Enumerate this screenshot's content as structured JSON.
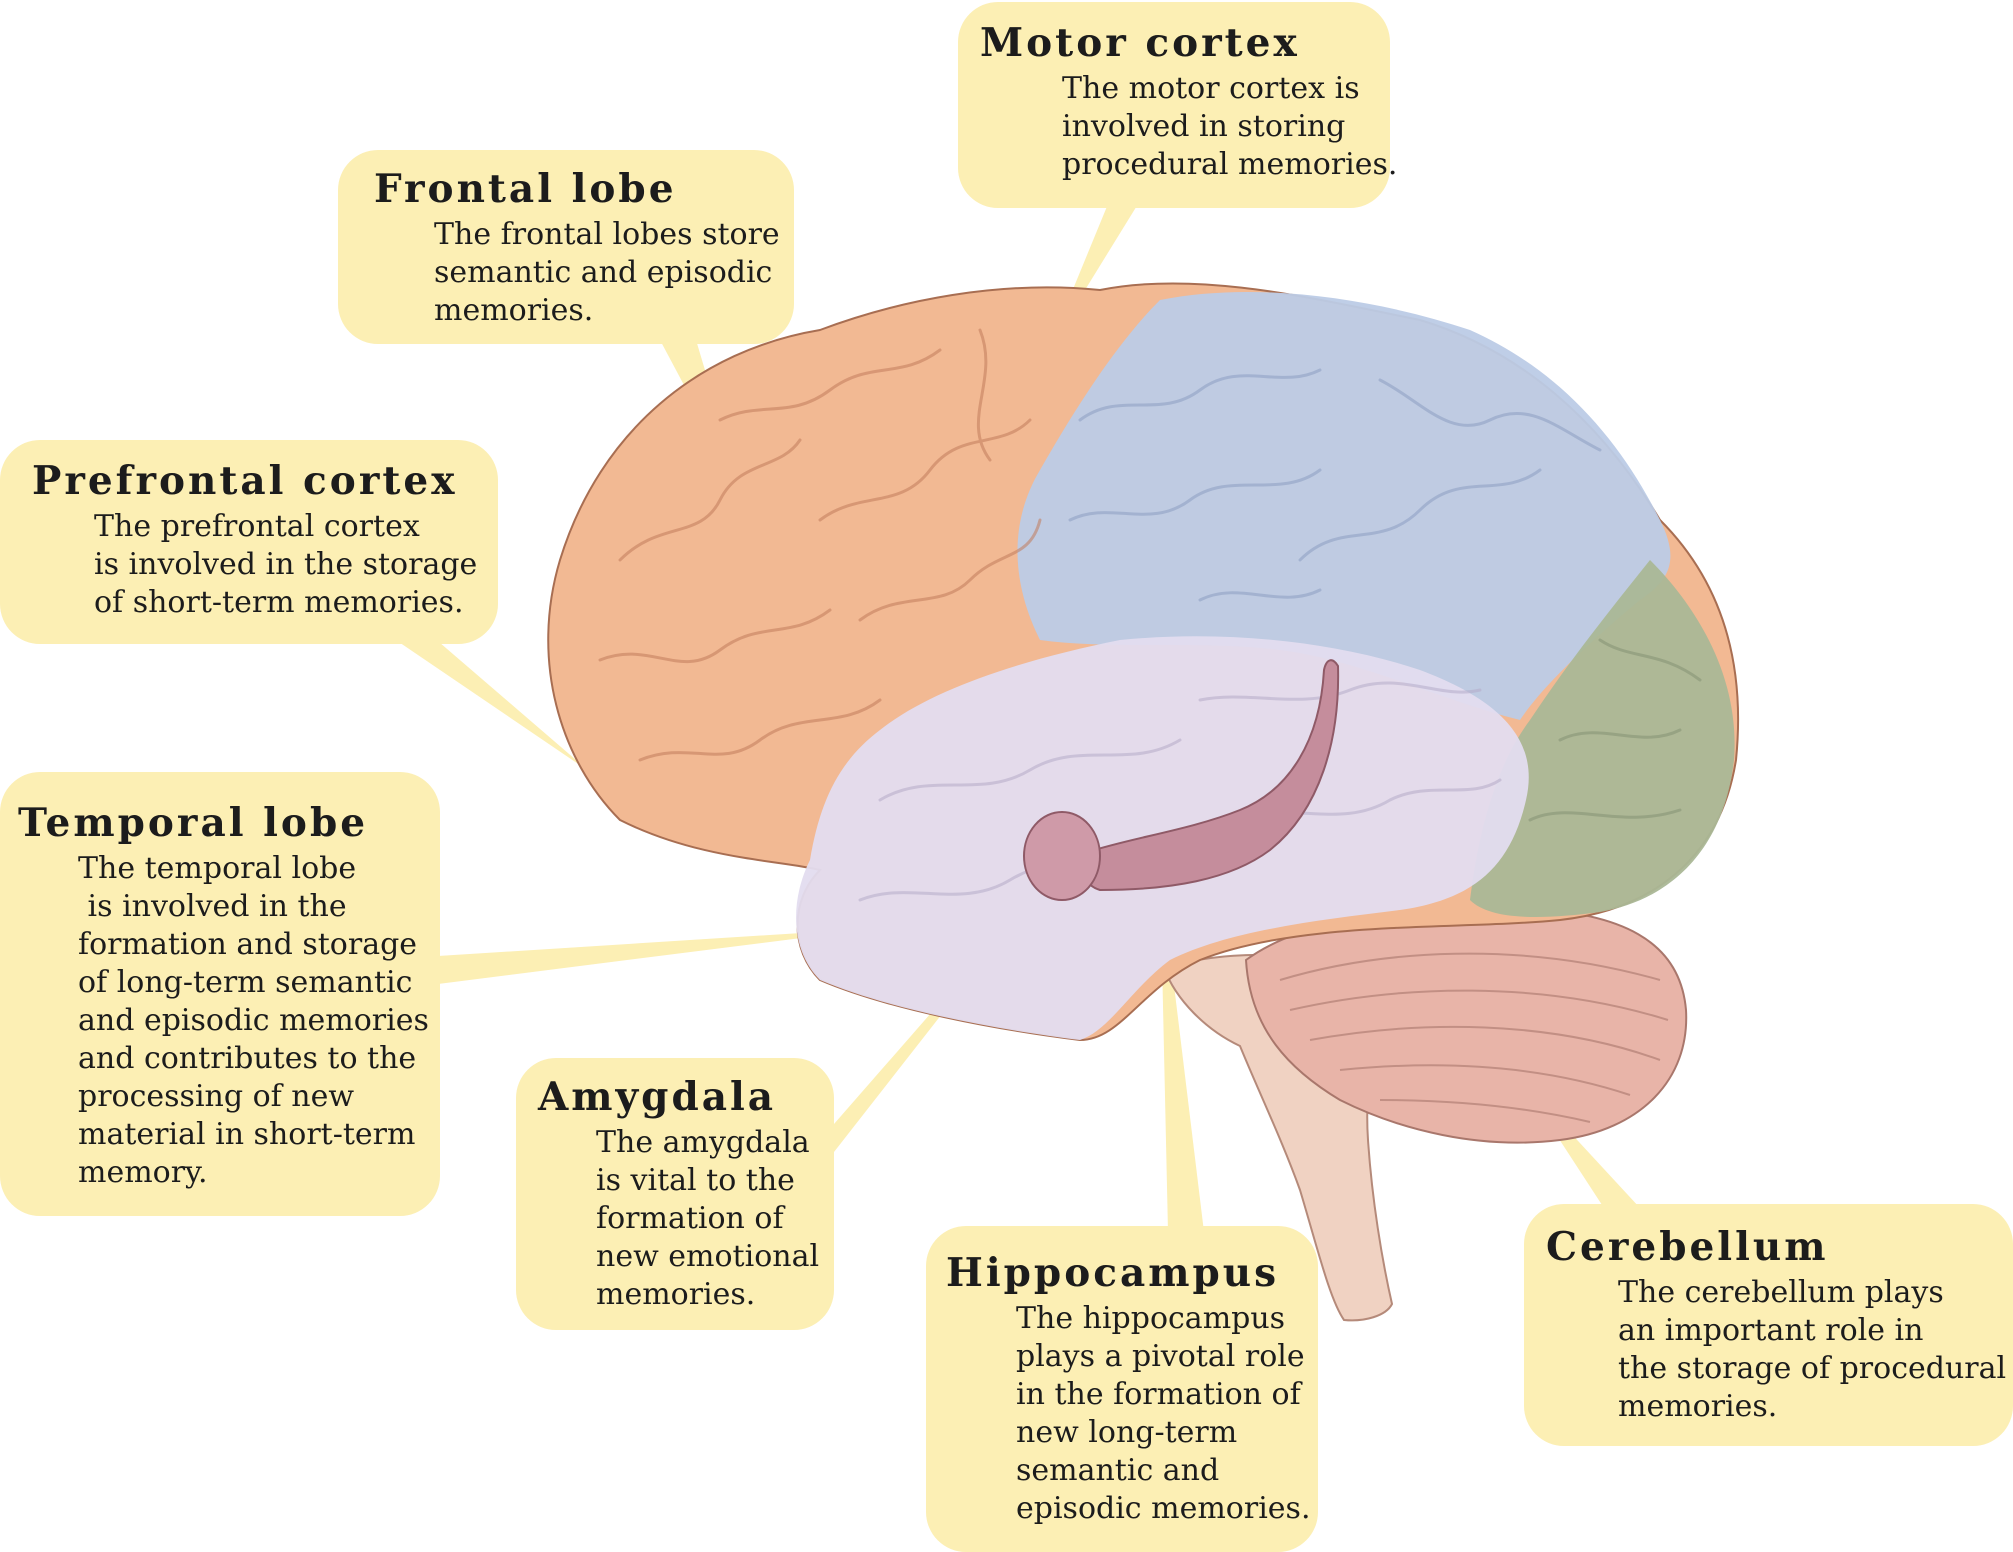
{
  "callouts": {
    "motor_cortex": {
      "title": "Motor cortex",
      "lines": [
        "The motor cortex is",
        "involved in storing",
        "procedural memories."
      ]
    },
    "frontal_lobe": {
      "title": "Frontal lobe",
      "lines": [
        "The frontal lobes store",
        "semantic and episodic",
        "memories."
      ]
    },
    "prefrontal_cortex": {
      "title": "Prefrontal cortex",
      "lines": [
        "The prefrontal cortex",
        "is involved in the storage",
        "of short-term memories."
      ]
    },
    "temporal_lobe": {
      "title": "Temporal lobe",
      "lines": [
        "The temporal lobe",
        " is involved in the",
        "formation and storage",
        "of long-term semantic",
        "and episodic memories",
        "and contributes to the",
        "processing of new",
        "material in short-term",
        "memory."
      ]
    },
    "amygdala": {
      "title": "Amygdala",
      "lines": [
        "The amygdala",
        "is vital to the",
        "formation of",
        "new emotional",
        "memories."
      ]
    },
    "hippocampus": {
      "title": "Hippocampus",
      "lines": [
        "The hippocampus",
        "plays a pivotal role",
        "in the formation of",
        "new long-term",
        "semantic and",
        "episodic memories."
      ]
    },
    "cerebellum": {
      "title": "Cerebellum",
      "lines": [
        "The cerebellum plays",
        "an important role in",
        "the storage of procedural",
        "memories."
      ]
    }
  },
  "colors": {
    "callout_fill": "#fcefb4",
    "frontal_lobe": "#f2b993",
    "parietal_region": "#bccbe6",
    "temporal_lobe": "#e3dcef",
    "occipital_region": "#aab796",
    "cerebellum": "#e8b4a8",
    "brainstem": "#f0d2c2",
    "hippocampus": "#c58d9c"
  }
}
